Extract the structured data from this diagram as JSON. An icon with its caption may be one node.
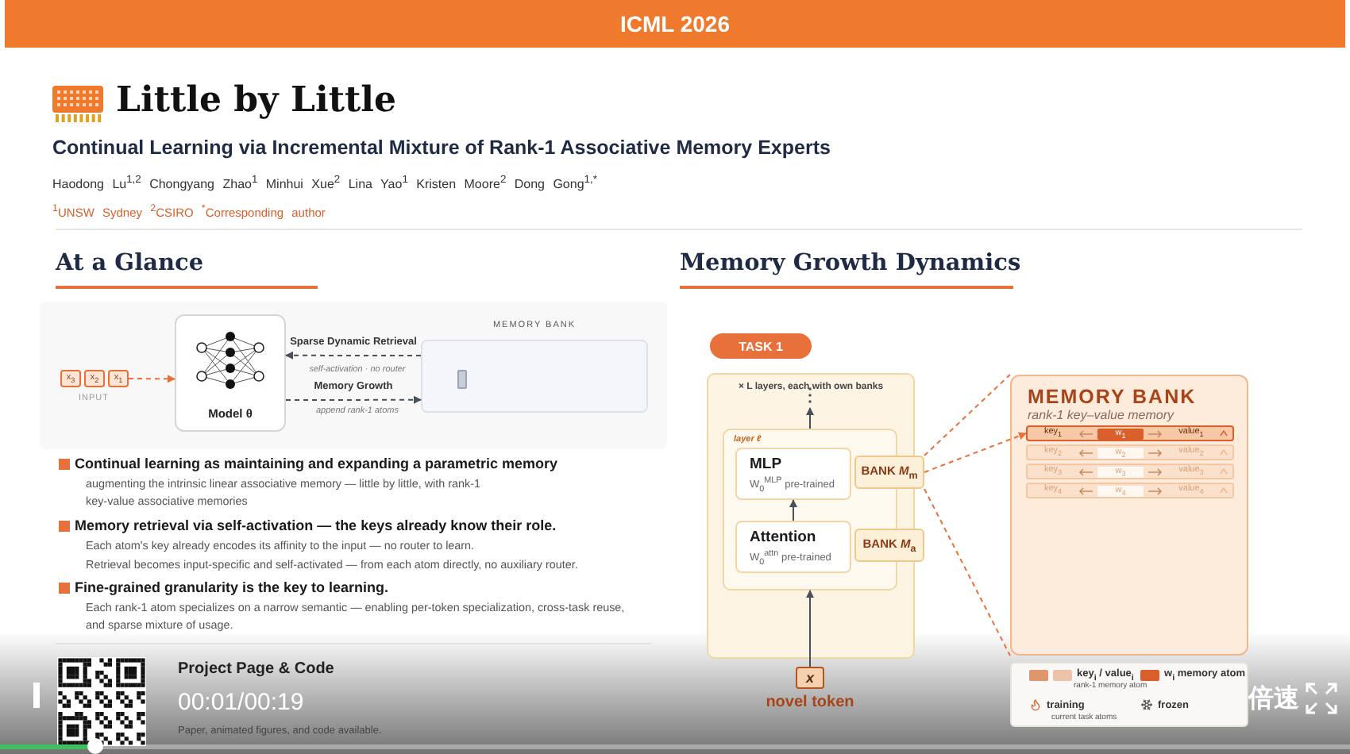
{
  "diagram": {
    "title": "Little by Little",
    "nodes": [
      {
        "text": [
          "x$_{3}$"
        ]
      },
      {
        "text": [
          "x$_{2}$"
        ]
      },
      {
        "text": [
          "x$_{1}$"
        ]
      },
      {
        "text": [
          "Model θ"
        ]
      },
      {
        "text": [
          "MEMORY BANK"
        ]
      },
      {
        "text": [
          "TASK 1"
        ]
      },
      {
        "text": [
          "× L layers, each with own banks"
        ]
      },
      {
        "text": [
          "layer ℓ"
        ],
        "in": 6
      },
      {
        "text": [
          "MLP",
          "W$_{0}$$^{MLP}$ pre-trained"
        ],
        "in": 7
      },
      {
        "text": [
          "Attention",
          "W$_{0}$$^{attn}$ pre-trained"
        ],
        "in": 7
      },
      {
        "text": [
          "BANK *M*$_{m}$"
        ]
      },
      {
        "text": [
          "BANK *M*$_{a}$"
        ]
      },
      {
        "text": [
          "x"
        ],
        "beside": [
          "novel token"
        ]
      },
      {
        "text": [
          "MEMORY BANK",
          "rank-1 key–value memory"
        ]
      },
      {
        "text": [
          "key$_{1}$",
          "w$_{1}$",
          "value$_{1}$"
        ],
        "in": 13
      },
      {
        "text": [
          "key$_{2}$",
          "w$_{2}$",
          "value$_{2}$"
        ],
        "in": 13
      },
      {
        "text": [
          "key$_{3}$",
          "w$_{3}$",
          "value$_{3}$"
        ],
        "in": 13
      },
      {
        "text": [
          "key$_{4}$",
          "w$_{4}$",
          "value$_{4}$"
        ],
        "in": 13
      }
    ],
    "edges": [
      {
        "from": 2,
        "to": 3,
        "arrow": "to",
        "style": "dashed",
        "color": "#e8703a"
      },
      {
        "from": 4,
        "to": 3,
        "arrow": "to",
        "style": "dashed",
        "label": "Sparse Dynamic Retrieval"
      },
      {
        "from": 3,
        "to": 4,
        "arrow": "to",
        "style": "dashed",
        "label": "Memory Growth"
      },
      {
        "from": 12,
        "to": 7,
        "arrow": "to"
      },
      {
        "from": 9,
        "to": 8,
        "arrow": "to"
      },
      {
        "from": 7,
        "to": null,
        "arrow": "to"
      },
      {
        "from": 10,
        "to": 13,
        "arrow": "none",
        "style": "dashed",
        "color": "#e8703a"
      },
      {
        "from": 10,
        "to": 13,
        "arrow": "none",
        "style": "dashed",
        "color": "#e8703a"
      },
      {
        "from": 10,
        "to": 14,
        "arrow": "to",
        "style": "dashed",
        "color": "#e8703a"
      }
    ],
    "labels": [
      "ICML 2026",
      "Continual Learning via Incremental Mixture of Rank-1 Associative Memory Experts",
      "Haodong Lu$^{1,2}$ Chongyang Zhao$^{1}$ Minhui Xue$^{2}$ Lina Yao$^{1}$ Kristen Moore$^{2}$ Dong Gong$^{1,*}$",
      "$^{1}$UNSW Sydney $^{2}$CSIRO $^{*}$Corresponding author",
      "At a Glance",
      "Memory Growth Dynamics",
      "INPUT",
      "self-activation · no router",
      "append rank-1 atoms",
      "Continual learning as maintaining and expanding a parametric memory",
      "augmenting the intrinsic linear associative memory — little by little, with rank-1 key-value associative memories",
      "Memory retrieval via self-activation — the keys already know their role.",
      "Each atom's key already encodes its affinity to the input — no router to learn.",
      "Retrieval becomes input-specific and self-activated — from each atom directly, no auxiliary router.",
      "Fine-grained granularity is the key to learning.",
      "Each rank-1 atom specializes on a narrow semantic — enabling per-token specialization, cross-task reuse, and sparse mixture of usage.",
      "Project Page & Code",
      "Paper, animated figures, and code available.",
      "rank-1 memory atom",
      "current task atoms",
      "00:01/00:19",
      "倍速"
    ],
    "legend": [
      {
        "text": "key$_{i}$ / value$_{i}$",
        "color": "#e0956a"
      },
      {
        "text": "w$_{i}$ memory atom",
        "color": "#d9602a"
      },
      {
        "text": "training"
      },
      {
        "text": "frozen"
      }
    ]
  }
}
